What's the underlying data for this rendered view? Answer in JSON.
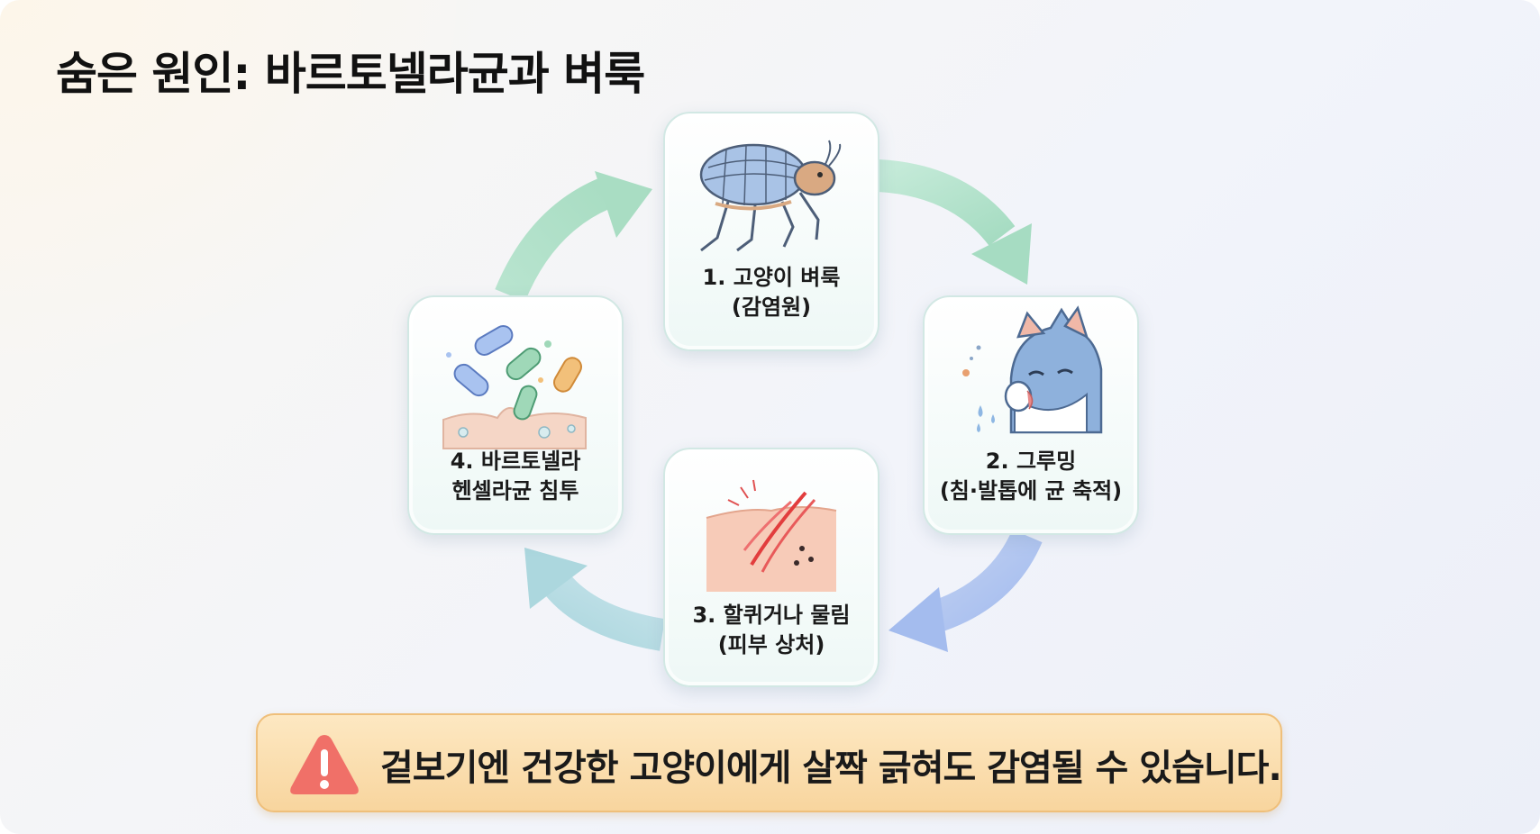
{
  "title": "숨은 원인: 바르토넬라균과 벼룩",
  "cycle": [
    {
      "line1": "1. 고양이 벼룩",
      "line2": "(감염원)",
      "icon": "flea-icon"
    },
    {
      "line1": "2. 그루밍",
      "line2": "(침·발톱에 균 축적)",
      "icon": "grooming-cat-icon"
    },
    {
      "line1": "3. 할퀴거나 물림",
      "line2": "(피부 상처)",
      "icon": "skin-scratch-icon"
    },
    {
      "line1": "4. 바르토넬라",
      "line2": "헨셀라균 침투",
      "icon": "bacteria-icon"
    }
  ],
  "warning": {
    "icon": "warning-icon",
    "text": "겉보기엔 건강한 고양이에게 살짝 긁혀도 감염될 수 있습니다."
  },
  "colors": {
    "arrow_1_to_2": "#b5e3cd",
    "arrow_2_to_3": "#b4c8f0",
    "arrow_3_to_4": "#bcdce4",
    "arrow_4_to_1": "#b5e3cd",
    "banner": "#fbe0b0",
    "warning_icon": "#f07068"
  }
}
